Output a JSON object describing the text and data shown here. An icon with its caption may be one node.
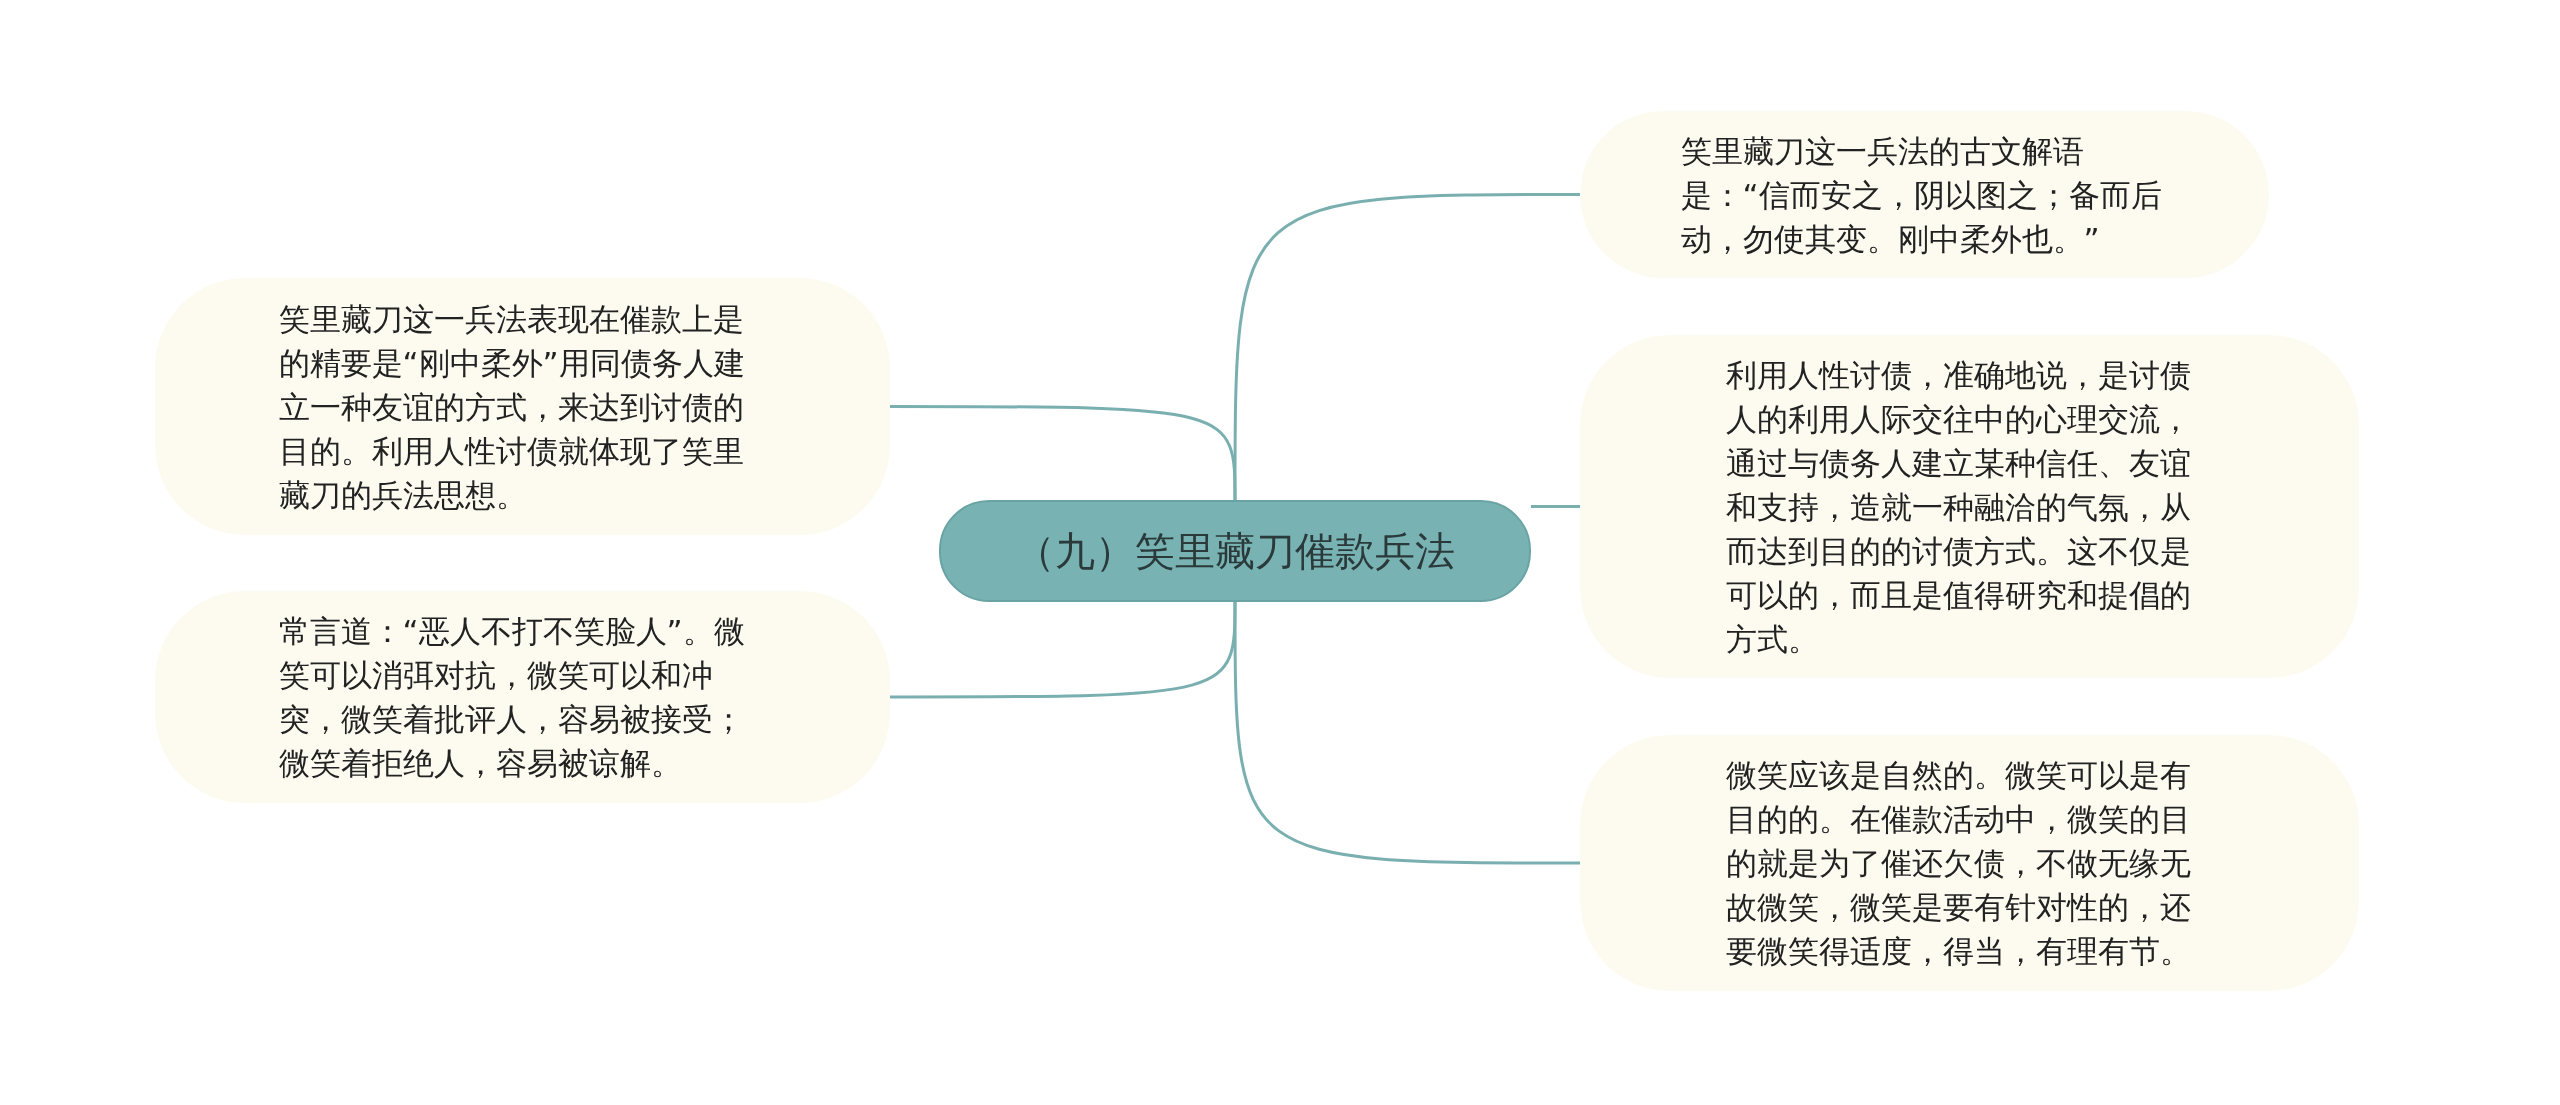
{
  "diagram": {
    "nodes": [
      {
        "text": [
          "（九）笑里藏刀催款兵法"
        ]
      },
      {
        "text": [
          "笑里藏刀这一兵法的古文解语是：“信而安之，阴以图之；备而后动，勿使其变。刚中柔外也。”"
        ]
      },
      {
        "text": [
          "利用人性讨债，准确地说，是讨债人的利用人际交往中的心理交流，通过与债务人建立某种信任、友谊和支持，造就一种融洽的气氛，从而达到目的的讨债方式。这不仅是可以的，而且是值得研究和提倡的方式。"
        ]
      },
      {
        "text": [
          "微笑应该是自然的。微笑可以是有目的的。在催款活动中，微笑的目的就是为了催还欠债，不做无缘无故微笑，微笑是要有针对性的，还要微笑得适度，得当，有理有节。"
        ]
      },
      {
        "text": [
          "笑里藏刀这一兵法表现在催款上是的精要是“刚中柔外”用同债务人建立一种友谊的方式，来达到讨债的目的。利用人性讨债就体现了笑里藏刀的兵法思想。"
        ]
      },
      {
        "text": [
          "常言道：“恶人不打不笑脸人”。微笑可以消弭对抗，微笑可以和冲突，微笑着批评人，容易被接受；微笑着拒绝人，容易被谅解。"
        ]
      }
    ],
    "edges": [
      {
        "from": 0,
        "to": 1,
        "arrow": "none"
      },
      {
        "from": 0,
        "to": 2,
        "arrow": "none"
      },
      {
        "from": 0,
        "to": 3,
        "arrow": "none"
      },
      {
        "from": 0,
        "to": 4,
        "arrow": "none"
      },
      {
        "from": 0,
        "to": 5,
        "arrow": "none"
      }
    ]
  }
}
